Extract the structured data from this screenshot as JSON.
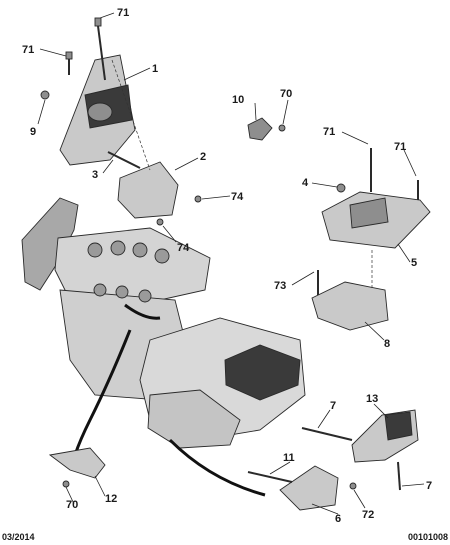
{
  "callouts": {
    "c71_top": "71",
    "c71_left": "71",
    "c1": "1",
    "c9": "9",
    "c10": "10",
    "c70_top": "70",
    "c2": "2",
    "c3": "3",
    "c74_right": "74",
    "c74_bottom": "74",
    "c71_mid": "71",
    "c71_right": "71",
    "c4": "4",
    "c5": "5",
    "c73": "73",
    "c8": "8",
    "c7_left": "7",
    "c13": "13",
    "c7_right": "7",
    "c11": "11",
    "c6": "6",
    "c72": "72",
    "c12": "12",
    "c70_bottom": "70"
  },
  "footer": {
    "date": "03/2014",
    "reference": "00101008"
  },
  "colors": {
    "part_fill": "#c9c9c9",
    "part_dark": "#8e8e8e",
    "mount_rubber": "#3a3a3a",
    "engine_fill": "#d4d4d4",
    "text": "#1a1a1a"
  }
}
